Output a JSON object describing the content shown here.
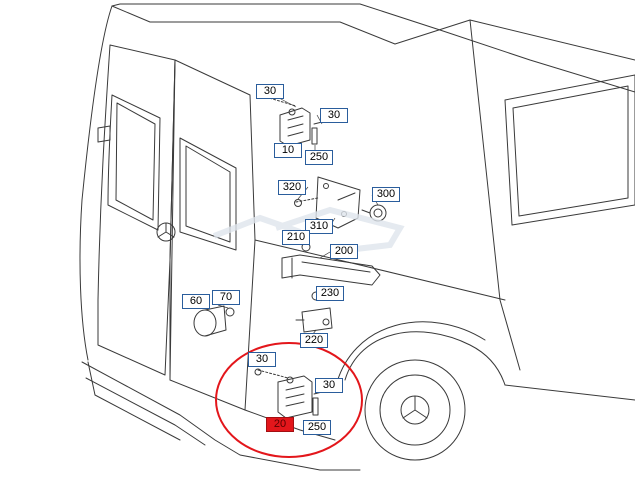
{
  "diagram": {
    "callouts": [
      {
        "id": "c-top-30",
        "label": "30",
        "active": false
      },
      {
        "id": "c-top-30b",
        "label": "30",
        "active": false
      },
      {
        "id": "c-10",
        "label": "10",
        "active": false
      },
      {
        "id": "c-250a",
        "label": "250",
        "active": false
      },
      {
        "id": "c-320",
        "label": "320",
        "active": false
      },
      {
        "id": "c-300",
        "label": "300",
        "active": false
      },
      {
        "id": "c-310",
        "label": "310",
        "active": false
      },
      {
        "id": "c-210",
        "label": "210",
        "active": false
      },
      {
        "id": "c-200",
        "label": "200",
        "active": false
      },
      {
        "id": "c-60",
        "label": "60",
        "active": false
      },
      {
        "id": "c-70",
        "label": "70",
        "active": false
      },
      {
        "id": "c-230",
        "label": "230",
        "active": false
      },
      {
        "id": "c-220",
        "label": "220",
        "active": false
      },
      {
        "id": "c-bot-30",
        "label": "30",
        "active": false
      },
      {
        "id": "c-bot-30b",
        "label": "30",
        "active": false
      },
      {
        "id": "c-20",
        "label": "20",
        "active": true
      },
      {
        "id": "c-250b",
        "label": "250",
        "active": false
      }
    ],
    "highlight_color": "#e3161b",
    "line_color": "#3a3a3a",
    "callout_border_color": "#2a5d9c"
  }
}
